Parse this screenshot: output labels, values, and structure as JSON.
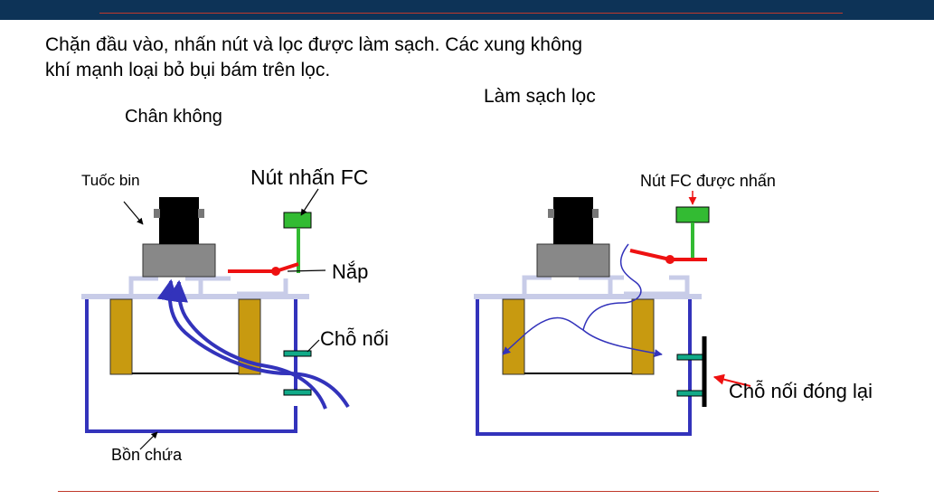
{
  "intro": {
    "line1": "Chặn đầu vào, nhấn nút và lọc được làm sạch. Các xung không",
    "line2": "khí mạnh loại bỏ bụi bám trên lọc."
  },
  "left_panel": {
    "title": "Chân không",
    "turbine_label": "Tuốc bin",
    "button_label": "Nút nhấn FC",
    "lid_label": "Nắp",
    "port_label": "Chỗ nối",
    "tank_label": "Bồn chứa"
  },
  "right_panel": {
    "title": "Làm sạch lọc",
    "button_label": "Nút FC được nhấn",
    "port_label": "Chỗ nối đóng lại"
  },
  "colors": {
    "header_bar": "#0d3357",
    "accent_line": "#c0392b",
    "tank": "#3333bb",
    "lid": "#c8cce8",
    "filter": "#c89a10",
    "button": "#33bb33",
    "lever": "#ee1111",
    "port": "#11aa88",
    "motor_base": "#888888",
    "motor": "#000000"
  }
}
